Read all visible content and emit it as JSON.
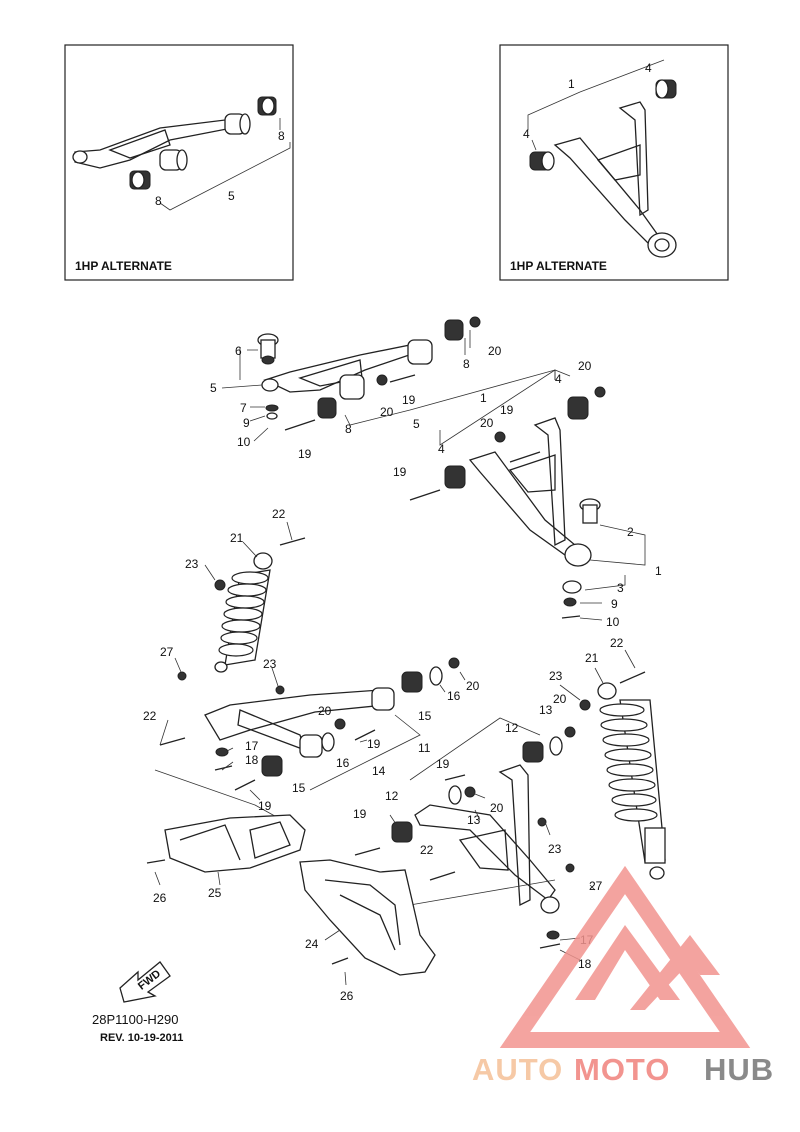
{
  "alternate_boxes": [
    {
      "caption": "1HP ALTERNATE",
      "callouts": [
        "8",
        "8",
        "5"
      ]
    },
    {
      "caption": "1HP ALTERNATE",
      "callouts": [
        "1",
        "4",
        "4"
      ]
    }
  ],
  "callouts": {
    "upper_left": [
      "6",
      "5",
      "7",
      "9",
      "10",
      "19",
      "20",
      "8",
      "20",
      "19",
      "5",
      "8"
    ],
    "upper_right": [
      "1",
      "4",
      "4",
      "20",
      "19",
      "20",
      "19",
      "2",
      "1",
      "3",
      "9",
      "10"
    ],
    "lower_left": [
      "22",
      "21",
      "23",
      "27",
      "23",
      "22",
      "17",
      "18",
      "19",
      "20",
      "19",
      "16",
      "15",
      "16",
      "20",
      "15",
      "14",
      "25",
      "26"
    ],
    "lower_right": [
      "22",
      "21",
      "23",
      "20",
      "13",
      "12",
      "11",
      "19",
      "20",
      "13",
      "12",
      "19",
      "22",
      "23",
      "27",
      "24",
      "17",
      "18",
      "26"
    ]
  },
  "fwd_label": "FWD",
  "diagram_code": "28P1100-H290",
  "revision": "REV.  10-19-2011",
  "watermark": {
    "part1": "AUTO",
    "part2": "MOTO",
    "part3": "HUB",
    "color_light": "#f6c9a6",
    "color_red": "#f2948f",
    "color_gray": "#8a8a8a"
  }
}
